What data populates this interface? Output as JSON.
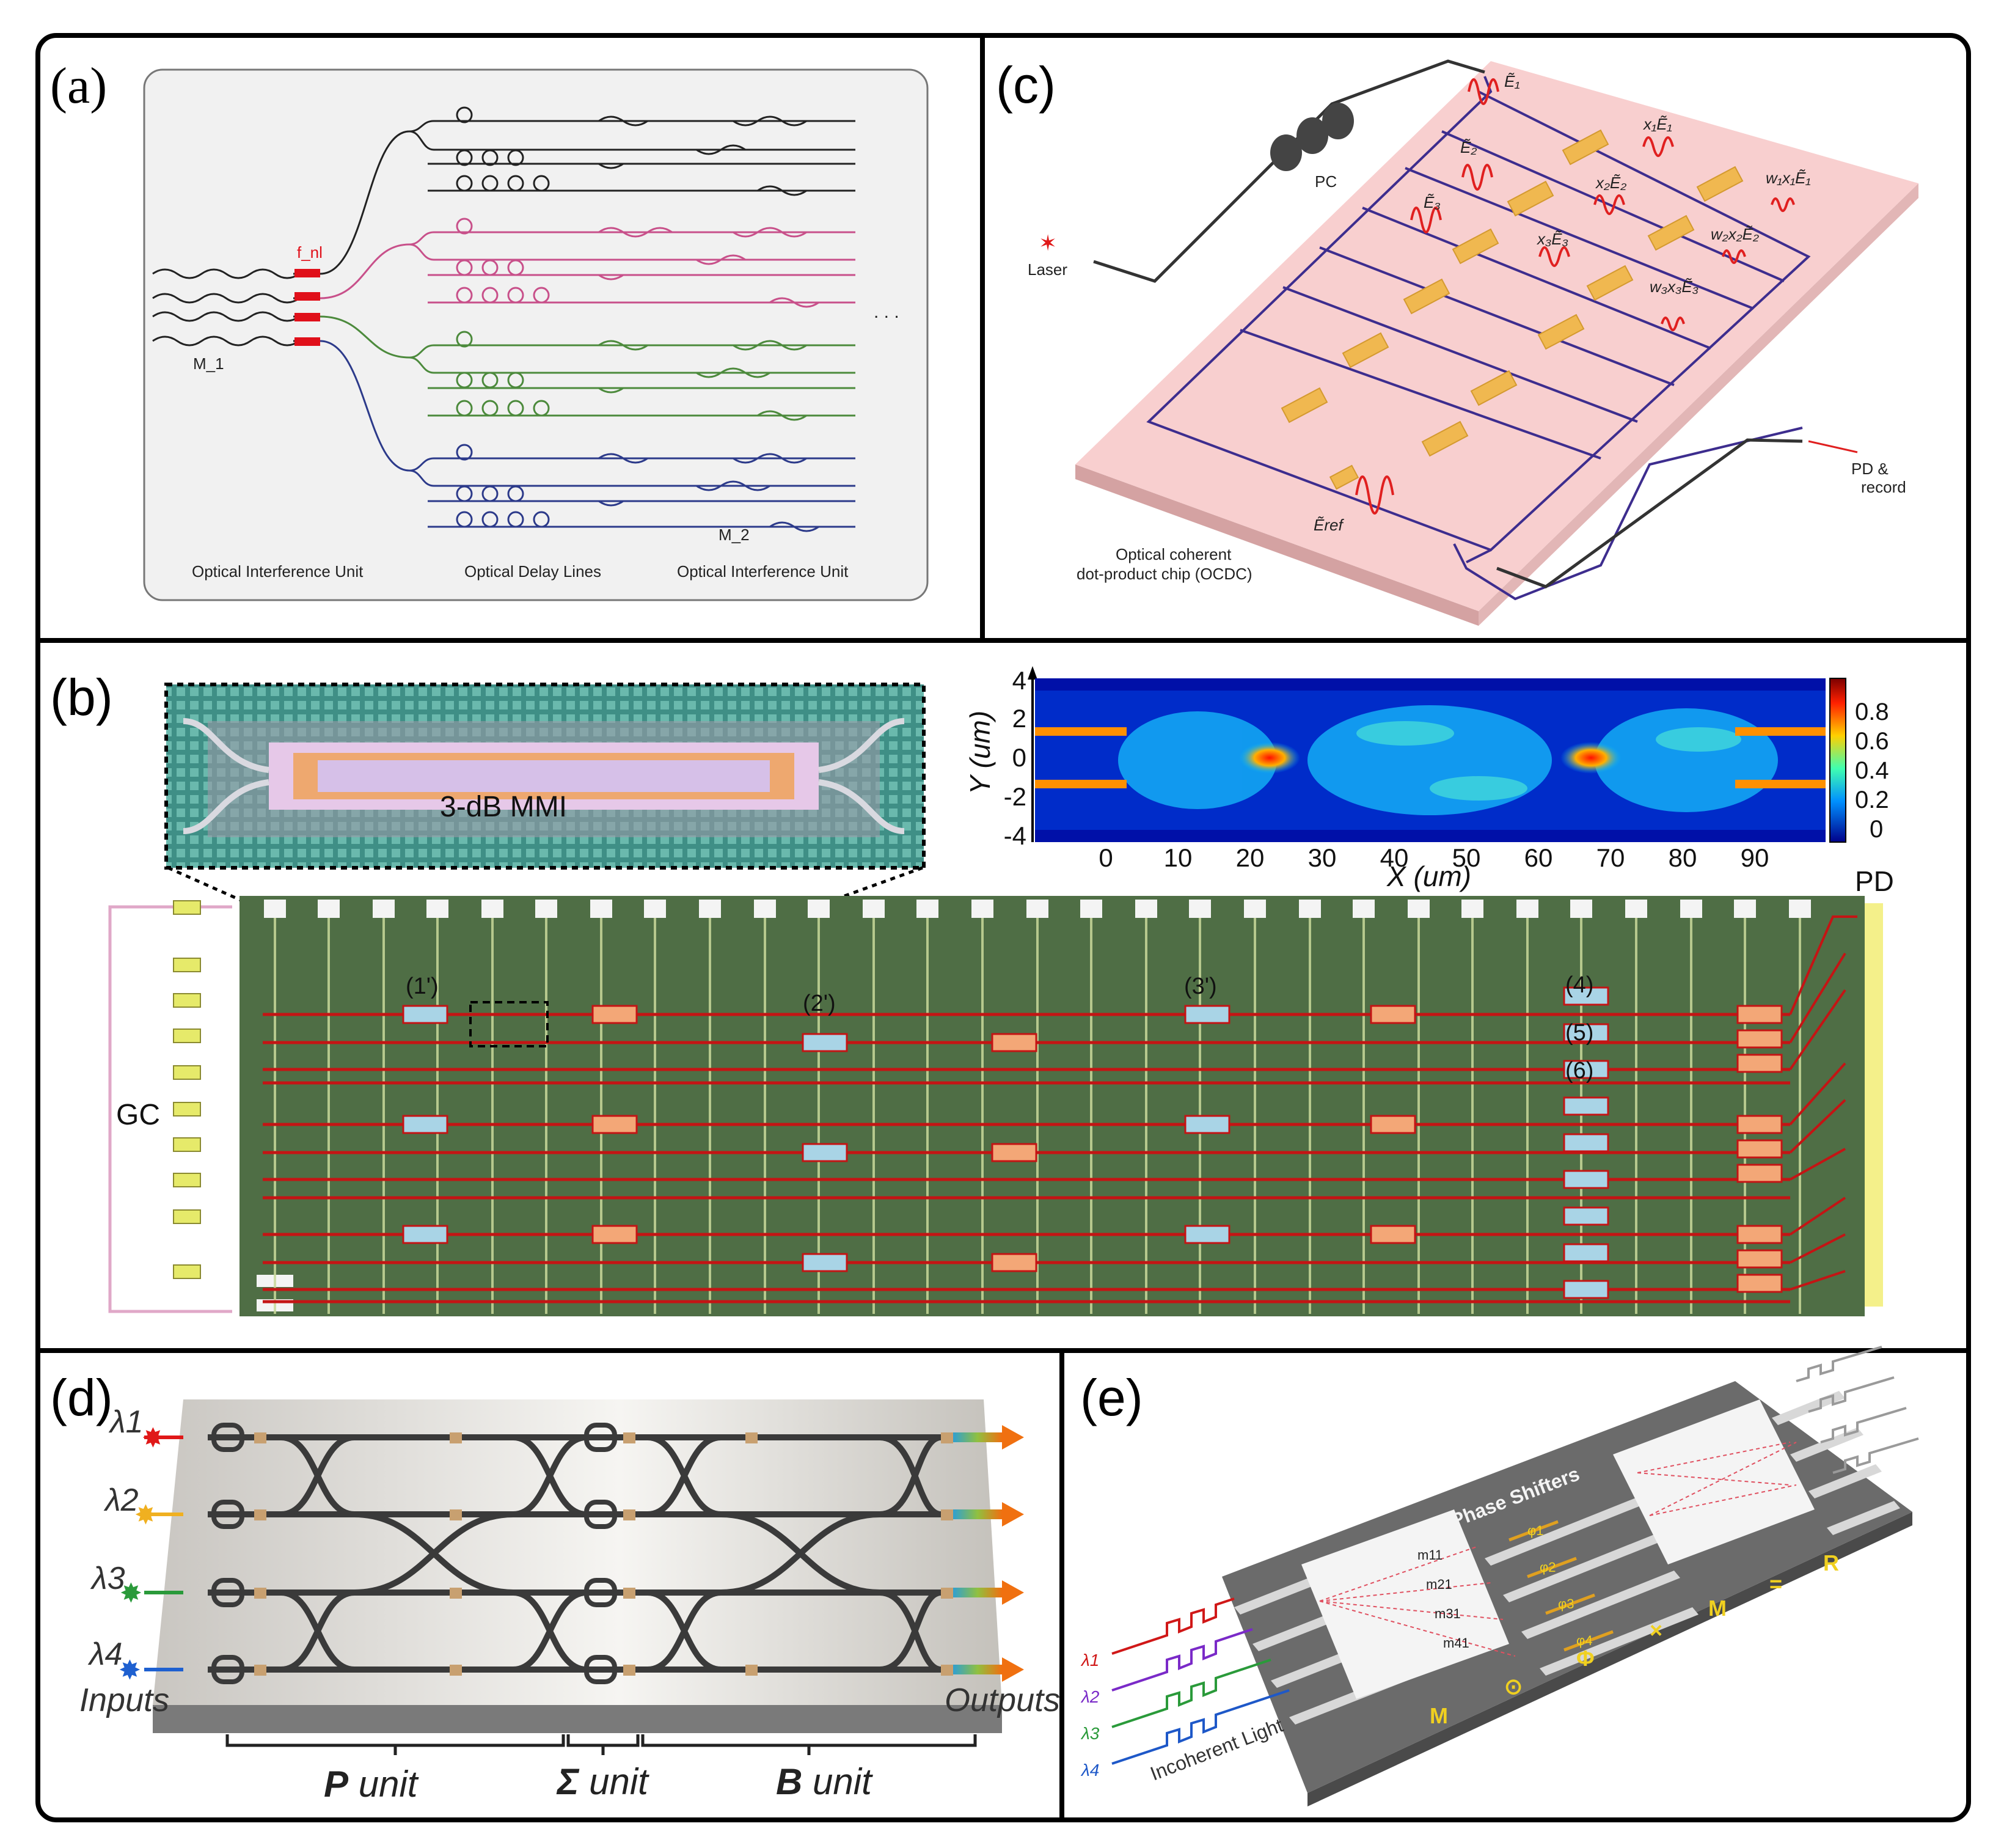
{
  "panels": {
    "a": {
      "letter": "(a)",
      "labels": {
        "fnl": "f_nl",
        "m1": "M_1",
        "m2": "M_2",
        "ellipsis": ". . .",
        "unit_left": "Optical Interference Unit",
        "unit_mid": "Optical Delay Lines",
        "unit_right": "Optical Interference Unit"
      },
      "colors": {
        "black": "#222222",
        "pink": "#c8508a",
        "green": "#4c8a3c",
        "blue": "#2c3a8a",
        "modulator": "#e0101a",
        "box_bg": "#f1f1f1"
      }
    },
    "b": {
      "letter": "(b)",
      "inset_label": "3-dB MMI",
      "gc_label": "GC",
      "pd_label": "PD",
      "markers": [
        "(1')",
        "(2')",
        "(3')",
        "(4)",
        "(5)",
        "(6)"
      ],
      "heatmap": {
        "y_axis_label": "Y (um)",
        "x_axis_label": "X (um)",
        "y_ticks": [
          "4",
          "2",
          "0",
          "-2",
          "-4"
        ],
        "x_ticks": [
          "0",
          "10",
          "20",
          "30",
          "40",
          "50",
          "60",
          "70",
          "80",
          "90"
        ],
        "colorbar_ticks": [
          "0.8",
          "0.6",
          "0.4",
          "0.2",
          "0"
        ]
      },
      "colors": {
        "chip": "#56744a",
        "waveguide": "#c41414",
        "heater_blue": "#a9d4e6",
        "heater_orange": "#f3a777",
        "gc_pad": "#e6ea6a",
        "pd_bar": "#f4f08a"
      }
    },
    "c": {
      "letter": "(c)",
      "labels": {
        "pc": "PC",
        "laser": "Laser",
        "pd_record_1": "PD &",
        "pd_record_2": "record",
        "chip_1": "Optical coherent",
        "chip_2": "dot-product chip (OCDC)",
        "e1": "Ẽ₁",
        "e2": "Ẽ₂",
        "e3": "Ẽ₃",
        "eref": "Ẽref",
        "x1e1": "x₁Ẽ₁",
        "x2e2": "x₂Ẽ₂",
        "x3e3": "x₃Ẽ₃",
        "w1x1e1": "w₁x₁Ẽ₁",
        "w2x2e2": "w₂x₂Ẽ₂",
        "w3x3e3": "w₃x₃Ẽ₃"
      },
      "colors": {
        "chip_top": "#f7c8c8",
        "chip_side": "#d9a8a8",
        "waveguide": "#3d2d8e",
        "coupler": "#2fa5dc",
        "pad": "#f0b850",
        "wave": "#e02020"
      }
    },
    "d": {
      "letter": "(d)",
      "inputs": [
        "λ1",
        "λ2",
        "λ3",
        "λ4"
      ],
      "inputs_label": "Inputs",
      "outputs_label": "Outputs",
      "units": [
        {
          "symbol": "P",
          "word": "unit"
        },
        {
          "symbol": "Σ",
          "word": "unit"
        },
        {
          "symbol": "B",
          "word": "unit"
        }
      ],
      "colors": {
        "input1": "#e01818",
        "input2": "#f0b020",
        "input3": "#2a9a3a",
        "input4": "#1e60d0",
        "arrow": "#f07010"
      }
    },
    "e": {
      "letter": "(e)",
      "phase_shifters": "Phase Shifters",
      "incoherent": "Incoherent Light",
      "equation": [
        "M",
        "⊙",
        "Φ",
        "×",
        "M",
        "=",
        "R"
      ],
      "phis": [
        "φ1",
        "φ2",
        "φ3",
        "φ4"
      ],
      "ms": [
        "m11",
        "m21",
        "m31",
        "m41"
      ],
      "lambdas": [
        "λ1",
        "λ2",
        "λ3",
        "λ4"
      ],
      "colors": {
        "chip": "#6b6b6b",
        "equation": "#f0d020",
        "l1": "#d01818",
        "l2": "#7a2ac8",
        "l3": "#2a9a3a",
        "l4": "#1e58c8"
      }
    }
  }
}
